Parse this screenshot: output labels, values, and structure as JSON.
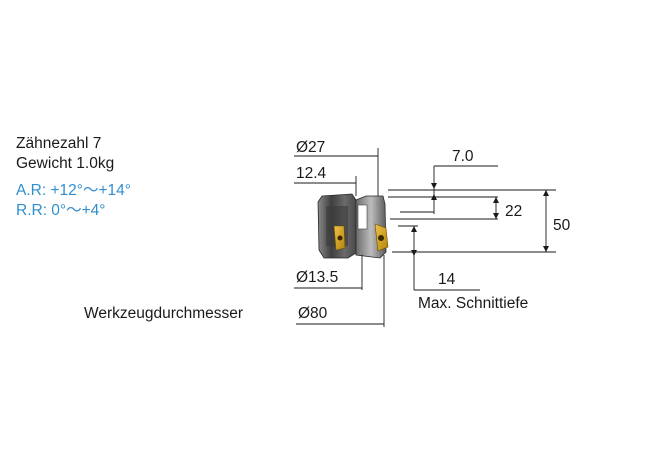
{
  "specs": {
    "teeth": "Zähnezahl 7",
    "weight": "Gewicht 1.0kg",
    "axial_rake": "A.R: +12°～+14°",
    "radial_rake": "R.R: 0°～+4°"
  },
  "dimensions": {
    "bore_outer": "Ø27",
    "hub_length": "12.4",
    "insert_offset": "7.0",
    "height_small": "22",
    "height_total": "50",
    "bore_inner": "Ø13.5",
    "max_depth": "14",
    "max_depth_label": "Max. Schnittiefe",
    "tool_diameter_label": "Werkzeugdurchmesser",
    "tool_diameter": "Ø80"
  },
  "colors": {
    "text": "#1a1a1a",
    "rake_text": "#2f8fcf",
    "tool_body": "#5a5a5a",
    "insert": "#d9a514"
  }
}
